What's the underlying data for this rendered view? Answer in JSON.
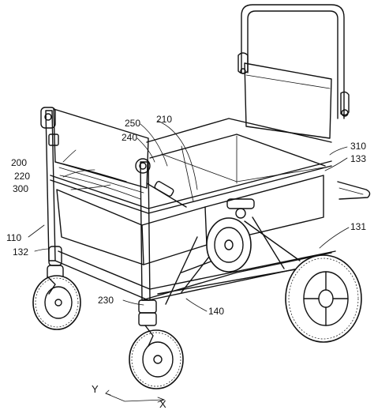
{
  "labels": {
    "l210": "210",
    "l250": "250",
    "l240": "240",
    "l200": "200",
    "l220": "220",
    "l300": "300",
    "l310": "310",
    "l133": "133",
    "l110": "110",
    "l132": "132",
    "l131": "131",
    "l230": "230",
    "l140": "140"
  },
  "axes": {
    "y": "Y",
    "x": "X"
  }
}
